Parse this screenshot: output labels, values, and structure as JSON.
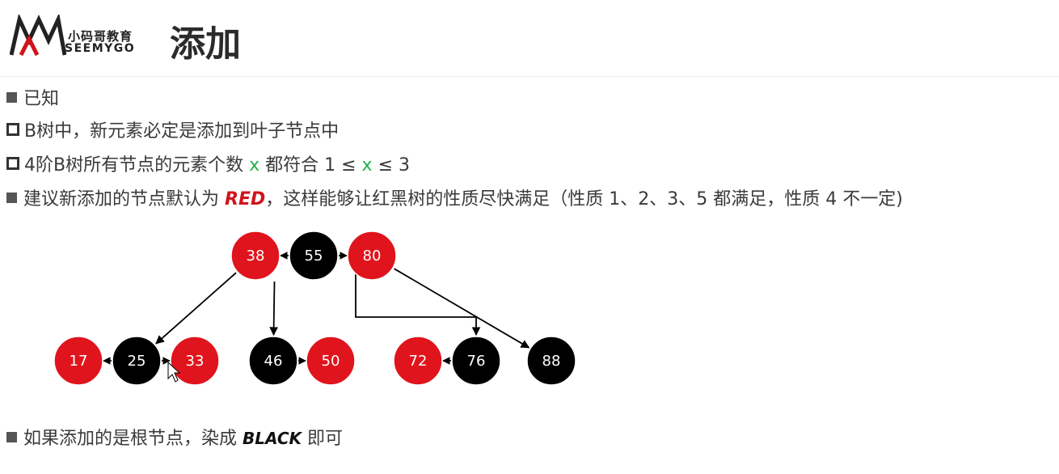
{
  "header": {
    "logo_cn": "小码哥教育",
    "logo_en": "SEEMYGO",
    "title": "添加"
  },
  "lines": {
    "known": "已知",
    "b_tree_leaf": "B树中，新元素必定是添加到叶子节点中",
    "order4_prefix": "4阶B树所有节点的元素个数",
    "var_x": "x",
    "order4_mid": "都符合 1 ≤",
    "order4_suffix": "≤ 3",
    "suggest_prefix": "建议新添加的节点默认为",
    "red_word": "RED",
    "suggest_suffix": "，这样能够让红黑树的性质尽快满足（性质 1、2、3、5 都满足，性质 4 不一定)",
    "root_prefix": "如果添加的是根节点，染成",
    "black_word": "BLACK",
    "root_suffix": "即可"
  },
  "colors": {
    "red_node": "#e0141c",
    "black_node": "#000000",
    "edge": "#000000",
    "green": "#22b34a"
  },
  "tree": {
    "nodes": [
      {
        "id": "n38",
        "label": "38",
        "color": "red"
      },
      {
        "id": "n55",
        "label": "55",
        "color": "black"
      },
      {
        "id": "n80",
        "label": "80",
        "color": "red"
      },
      {
        "id": "n17",
        "label": "17",
        "color": "red"
      },
      {
        "id": "n25",
        "label": "25",
        "color": "black"
      },
      {
        "id": "n33",
        "label": "33",
        "color": "red"
      },
      {
        "id": "n46",
        "label": "46",
        "color": "black"
      },
      {
        "id": "n50",
        "label": "50",
        "color": "red"
      },
      {
        "id": "n72",
        "label": "72",
        "color": "red"
      },
      {
        "id": "n76",
        "label": "76",
        "color": "black"
      },
      {
        "id": "n88",
        "label": "88",
        "color": "black"
      }
    ],
    "edges": [
      {
        "from": "n55",
        "to": "n38"
      },
      {
        "from": "n55",
        "to": "n80"
      },
      {
        "from": "n38",
        "to": "n25"
      },
      {
        "from": "n38",
        "to": "n46"
      },
      {
        "from": "n80",
        "to": "n76"
      },
      {
        "from": "n80",
        "to": "n88"
      },
      {
        "from": "n25",
        "to": "n17"
      },
      {
        "from": "n25",
        "to": "n33"
      },
      {
        "from": "n46",
        "to": "n50"
      },
      {
        "from": "n76",
        "to": "n72"
      }
    ]
  }
}
